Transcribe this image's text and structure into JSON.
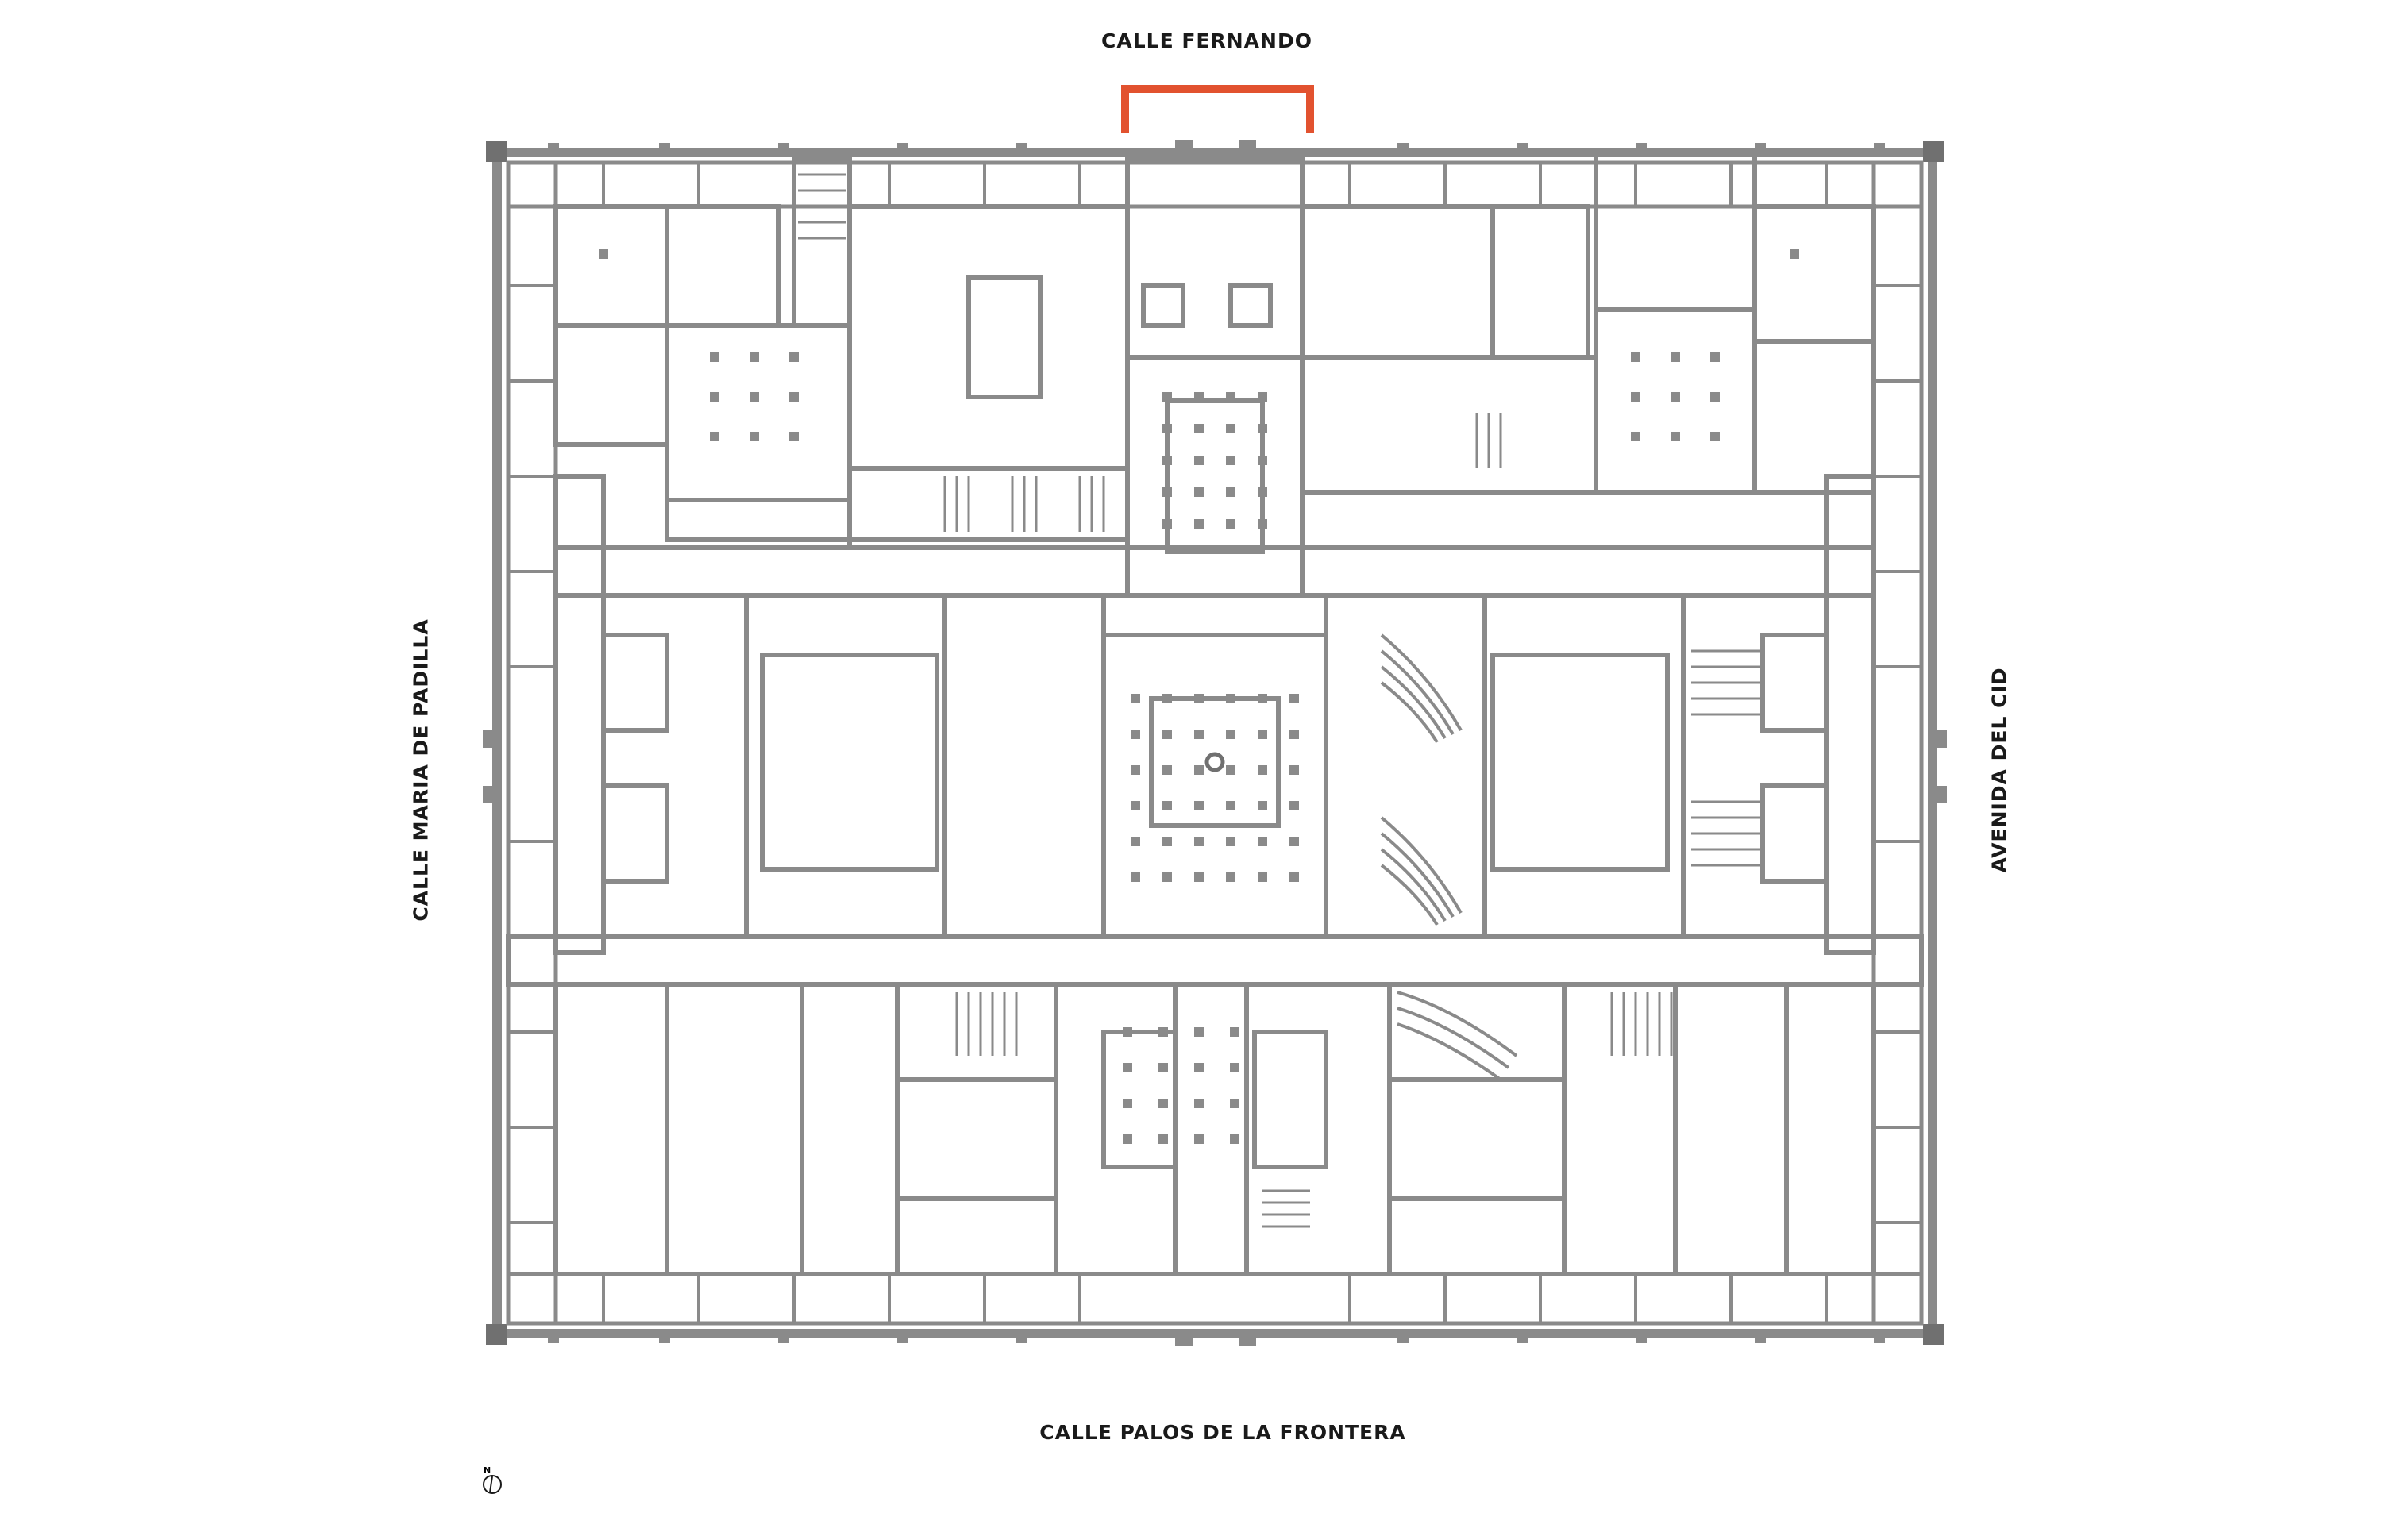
{
  "streets": {
    "north": "CALLE FERNANDO",
    "south": "CALLE PALOS DE LA FRONTERA",
    "west": "CALLE MARIA DE PADILLA",
    "east": "AVENIDA DEL CID"
  },
  "north_arrow": {
    "letter": "N"
  },
  "colors": {
    "wall": "#8a8a8a",
    "wall_dark": "#707070",
    "background": "#ffffff",
    "entrance_marker": "#e2522f",
    "text": "#1a1a1a"
  }
}
